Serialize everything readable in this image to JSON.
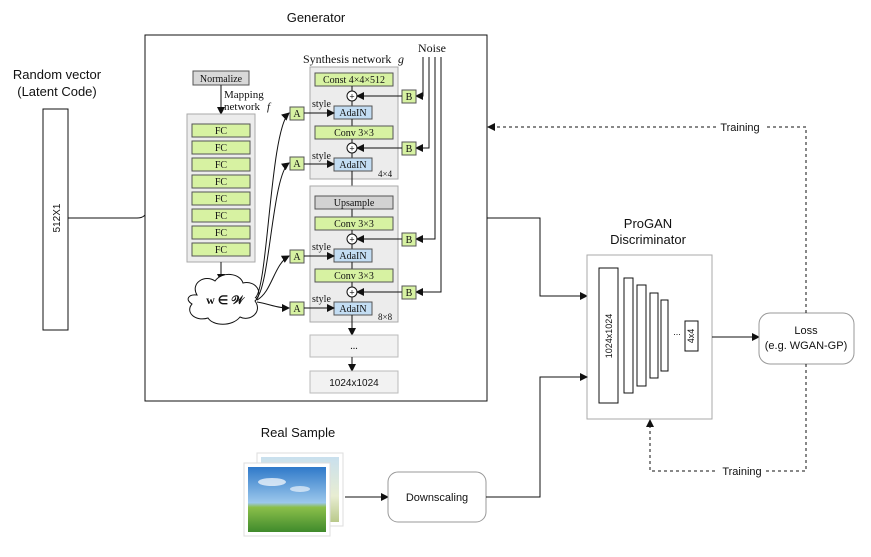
{
  "title_generator": "Generator",
  "input": {
    "label_line1": "Random vector",
    "label_line2": "(Latent Code)",
    "size": "512X1"
  },
  "mapping": {
    "normalize": "Normalize",
    "label_line1": "Mapping",
    "label_line2": "network",
    "label_var": "f",
    "fc_layers": [
      "FC",
      "FC",
      "FC",
      "FC",
      "FC",
      "FC",
      "FC",
      "FC"
    ],
    "w_label": "w ∈ 𝒲"
  },
  "synthesis": {
    "label": "Synthesis network",
    "label_var": "g",
    "noise": "Noise",
    "const": "Const 4×4×512",
    "conv": "Conv 3×3",
    "adain": "AdaIN",
    "upsample": "Upsample",
    "style": "style",
    "a": "A",
    "b": "B",
    "res_4": "4×4",
    "res_8": "8×8",
    "ellipsis": "...",
    "output": "1024x1024"
  },
  "discriminator": {
    "title_line1": "ProGAN",
    "title_line2": "Discriminator",
    "in_label": "1024x1024",
    "out_label": "4x4",
    "dots": "..."
  },
  "loss": {
    "line1": "Loss",
    "line2": "(e.g. WGAN-GP)"
  },
  "training_top": "Training",
  "training_bottom": "Training",
  "real_sample": "Real Sample",
  "downscaling": "Downscaling"
}
